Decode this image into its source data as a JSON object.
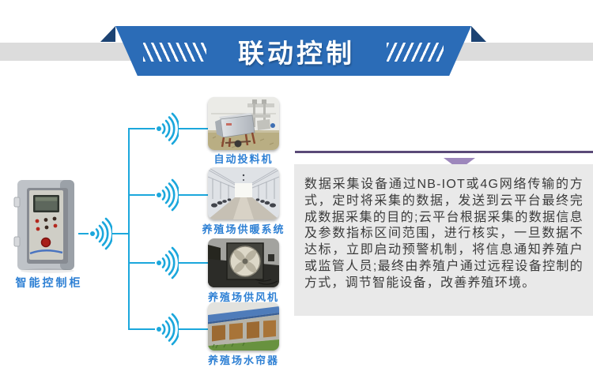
{
  "header": {
    "title": "联动控制"
  },
  "cabinet": {
    "label": "智能控制柜"
  },
  "devices": [
    {
      "label": "自动投料机"
    },
    {
      "label": "养殖场供暖系统"
    },
    {
      "label": "养殖场供风机"
    },
    {
      "label": "养殖场水帘器"
    }
  ],
  "info_panel": {
    "text": "数据采集设备通过NB-IOT或4G网络传输的方式，定时将采集的数据，发送到云平台最终完成数据采集的目的;云平台根据采集的数据信息及参数指标区间范围，进行核实，一旦数据不达标，立即启动预警机制，将信息通知养殖户或监管人员;最终由养殖户通过远程设备控制的方式，调节智能设备，改善养殖环境。"
  },
  "icons": {
    "signal": "wireless-signal-icon",
    "arrow": "down-arrow-icon"
  },
  "colors": {
    "banner_blue": "#2b6cb7",
    "banner_fold_navy": "#1c4373",
    "band_gray": "#dcdcdc",
    "signal_cyan": "#1ba7dc",
    "label_blue": "#2e80d4",
    "panel_gray": "#e9e9e9",
    "divider_purple": "#5a4a78",
    "arrow_purple": "#9d87bc",
    "body_text": "#3b3b3b"
  }
}
